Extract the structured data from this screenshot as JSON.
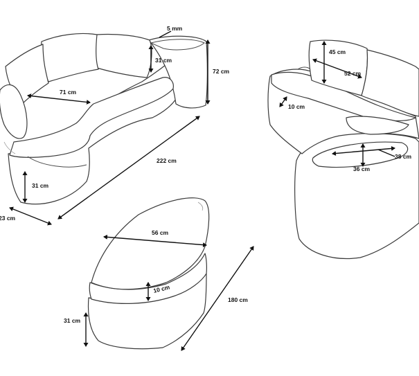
{
  "dimensions": {
    "sofa_left_thickness": "5 mm",
    "sofa_left_back_depth": "31 cm",
    "sofa_left_seat_width": "71 cm",
    "sofa_left_total_height": "72 cm",
    "sofa_left_length": "222 cm",
    "sofa_left_base_height": "31 cm",
    "sofa_left_end_width": "23 cm",
    "sofa_right_cushion_height": "45 cm",
    "sofa_right_cushion_width": "52 cm",
    "sofa_right_seat_thickness": "10 cm",
    "sofa_right_table_depth": "38 cm",
    "sofa_right_table_width": "36 cm",
    "ottoman_width": "56 cm",
    "ottoman_cushion": "10 cm",
    "ottoman_length": "180 cm",
    "ottoman_height": "31 cm"
  }
}
